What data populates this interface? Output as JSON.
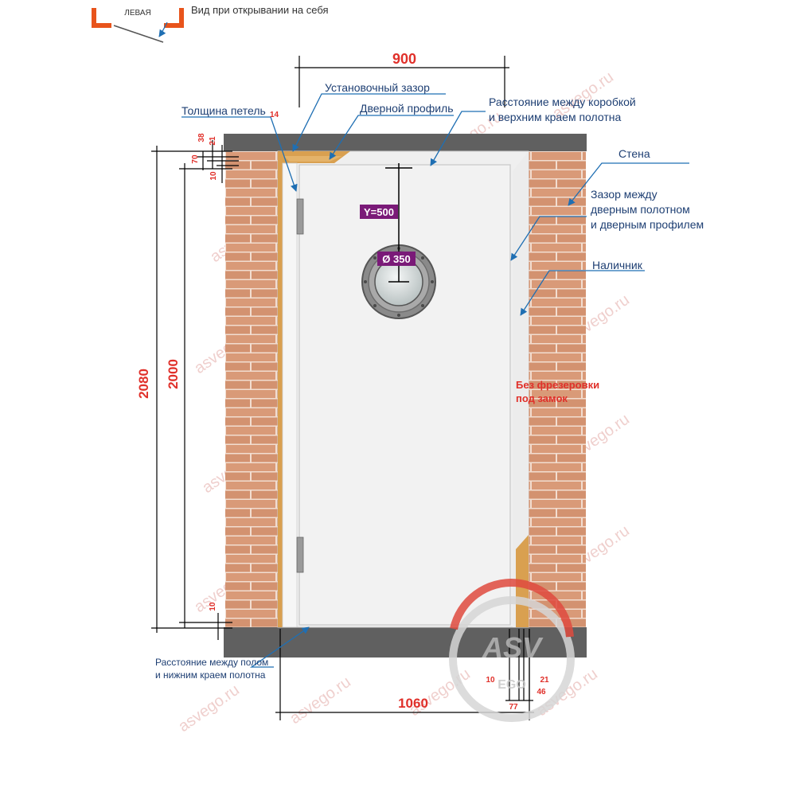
{
  "header": {
    "side_label": "ЛЕВАЯ",
    "view_label": "Вид при открывании на себя"
  },
  "dimensions": {
    "width_opening": "900",
    "width_total": "1060",
    "height_total": "2080",
    "height_leaf": "2000",
    "top_38": "38",
    "top_21": "21",
    "top_70": "70",
    "top_10": "10",
    "bottom_10": "10",
    "profile_10": "10",
    "profile_21": "21",
    "profile_46": "46",
    "profile_77": "77",
    "hinge_14": "14"
  },
  "labels": {
    "install_gap": "Установочный зазор",
    "hinge_thickness": "Толщина петель",
    "door_profile": "Дверной профиль",
    "top_gap_line1": "Расстояние между коробкой",
    "top_gap_line2": "и верхним краем полотна",
    "wall": "Стена",
    "leaf_gap_line1": "Зазор между",
    "leaf_gap_line2": "дверным полотном",
    "leaf_gap_line3": "и дверным профилем",
    "casing": "Наличник",
    "no_lock_line1": "Без фрезеровки",
    "no_lock_line2": "под замок",
    "floor_gap_line1": "Расстояние между полом",
    "floor_gap_line2": "и нижним краем полотна"
  },
  "porthole": {
    "y_label": "Y=500",
    "diameter_label": "Ø 350"
  },
  "watermark": "asvego.ru",
  "logo": {
    "text": "ASV",
    "sub": "EGO"
  },
  "colors": {
    "label_blue": "#1e3f73",
    "leader_blue": "#1f6fb3",
    "dimension_red": "#e0302a",
    "brick": "#d99a78",
    "mortar": "#f2ddd0",
    "frame_orange": "#d9a050",
    "wall_grey": "#606060",
    "badge_purple": "#7a1a78"
  }
}
